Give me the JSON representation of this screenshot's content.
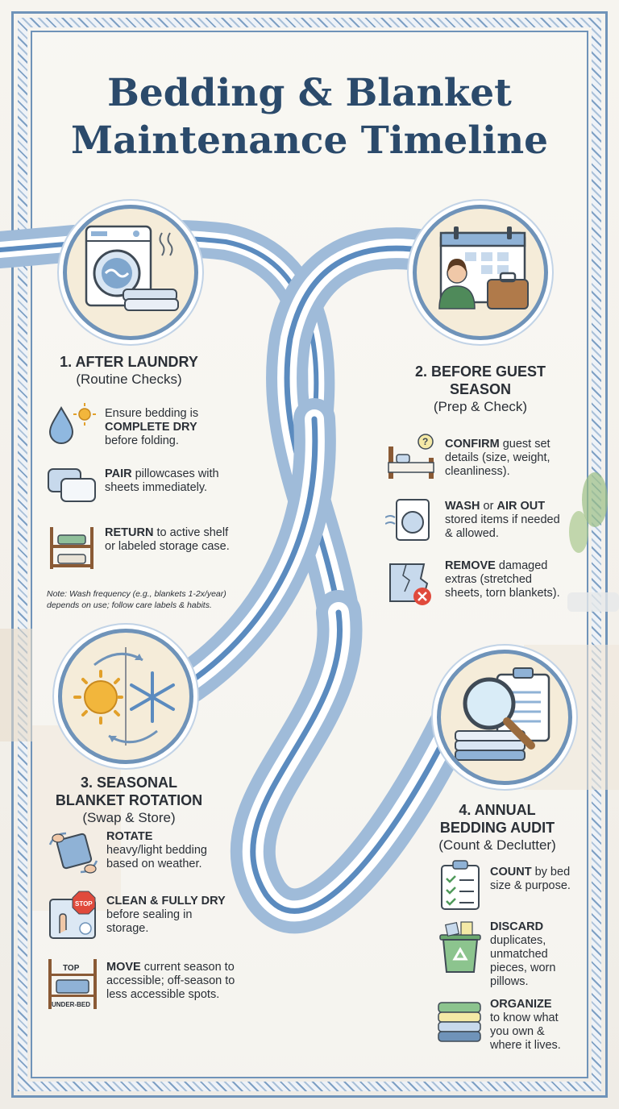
{
  "title": {
    "line1": "Bedding & Blanket",
    "line2": "Maintenance Timeline"
  },
  "sections": [
    {
      "heading": "1. AFTER LAUNDRY",
      "subheading": "(Routine Checks)",
      "icon": "washing-machine-icon",
      "items": [
        {
          "icon": "droplet-sun-icon",
          "pre": "Ensure bedding is",
          "bold": "COMPLETE DRY",
          "post": "before folding."
        },
        {
          "icon": "pillows-icon",
          "bold": "PAIR",
          "post": "pillowcases with sheets immediately."
        },
        {
          "icon": "shelf-icon",
          "bold": "RETURN",
          "post": "to active shelf or labeled storage case."
        }
      ],
      "note": "Note: Wash frequency (e.g., blankets 1-2x/year) depends on use; follow care labels & habits."
    },
    {
      "heading": "2. BEFORE GUEST SEASON",
      "subheading": "(Prep & Check)",
      "icon": "calendar-guest-icon",
      "items": [
        {
          "icon": "bed-question-icon",
          "bold": "CONFIRM",
          "post": "guest set details (size, weight, cleanliness)."
        },
        {
          "icon": "washer-air-icon",
          "bold": "WASH",
          "mid": "or",
          "bold2": "AIR OUT",
          "post": "stored items if needed & allowed."
        },
        {
          "icon": "torn-sheet-icon",
          "bold": "REMOVE",
          "post": "damaged extras (stretched sheets, torn blankets)."
        }
      ]
    },
    {
      "heading": "3. SEASONAL BLANKET ROTATION",
      "subheading": "(Swap & Store)",
      "icon": "sun-snowflake-icon",
      "items": [
        {
          "icon": "rotate-blanket-icon",
          "bold": "ROTATE",
          "post": "heavy/light bedding based on weather."
        },
        {
          "icon": "stop-bag-icon",
          "bold": "CLEAN & FULLY DRY",
          "post": "before sealing in storage.",
          "tag": "STOP"
        },
        {
          "icon": "top-underbed-icon",
          "bold": "MOVE",
          "post": "current season to accessible; off-season to less accessible spots.",
          "tag_top": "TOP",
          "tag_bottom": "UNDER-BED"
        }
      ]
    },
    {
      "heading": "4. ANNUAL BEDDING AUDIT",
      "subheading": "(Count & Declutter)",
      "icon": "magnifier-clipboard-icon",
      "items": [
        {
          "icon": "checklist-icon",
          "bold": "COUNT",
          "post": "by bed size & purpose."
        },
        {
          "icon": "recycle-bin-icon",
          "bold": "DISCARD",
          "post": "duplicates, unmatched pieces, worn pillows."
        },
        {
          "icon": "stack-icon",
          "bold": "ORGANIZE",
          "post": "to know what you own & where it lives."
        }
      ]
    }
  ],
  "colors": {
    "title": "#2b4a6b",
    "frame": "#6f93b9",
    "ribbon_dark": "#4f7fb3",
    "ribbon_light": "#c9daec",
    "medal_bg": "#f5ecd9"
  }
}
